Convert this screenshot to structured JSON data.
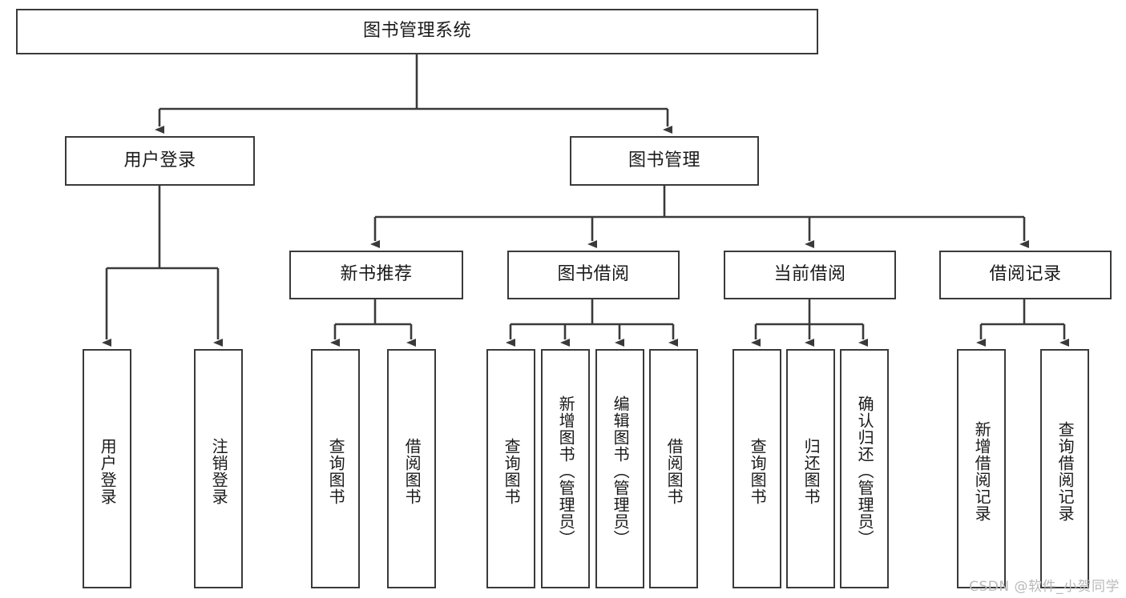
{
  "diagram": {
    "type": "tree",
    "title": "图书管理系统",
    "watermark": "CSDN @软件_小贺同学",
    "colors": {
      "background": "#ffffff",
      "node_fill": "#ffffff",
      "node_stroke": "#3a3a3a",
      "text": "#1a1a1a",
      "watermark": "#b9b9b9"
    },
    "levels": [
      {
        "name": "root",
        "orientation": "horizontal"
      },
      {
        "name": "modules",
        "orientation": "horizontal"
      },
      {
        "name": "submodules",
        "orientation": "horizontal"
      },
      {
        "name": "functions",
        "orientation": "vertical"
      }
    ],
    "nodes": {
      "root": "图书管理系统",
      "user_login": "用户登录",
      "book_manage": "图书管理",
      "new_book_rec": "新书推荐",
      "book_borrow": "图书借阅",
      "current_borrow": "当前借阅",
      "borrow_record": "借阅记录",
      "login_do": "用户登录",
      "logout_do": "注销登录",
      "rec_query_book": "查询图书",
      "rec_borrow_book": "借阅图书",
      "borrow_query_book": "查询图书",
      "borrow_add_book": "新增图书（管理员）",
      "borrow_edit_book": "编辑图书（管理员）",
      "borrow_borrow_book": "借阅图书",
      "cur_query_book": "查询图书",
      "cur_return_book": "归还图书",
      "cur_confirm_return": "确认归还（管理员）",
      "rec_add_record": "新增借阅记录",
      "rec_query_record": "查询借阅记录"
    },
    "edges": [
      {
        "from": "root",
        "to": "user_login"
      },
      {
        "from": "root",
        "to": "book_manage"
      },
      {
        "from": "user_login",
        "to": "login_do"
      },
      {
        "from": "user_login",
        "to": "logout_do"
      },
      {
        "from": "book_manage",
        "to": "new_book_rec"
      },
      {
        "from": "book_manage",
        "to": "book_borrow"
      },
      {
        "from": "book_manage",
        "to": "current_borrow"
      },
      {
        "from": "book_manage",
        "to": "borrow_record"
      },
      {
        "from": "new_book_rec",
        "to": "rec_query_book"
      },
      {
        "from": "new_book_rec",
        "to": "rec_borrow_book"
      },
      {
        "from": "book_borrow",
        "to": "borrow_query_book"
      },
      {
        "from": "book_borrow",
        "to": "borrow_add_book"
      },
      {
        "from": "book_borrow",
        "to": "borrow_edit_book"
      },
      {
        "from": "book_borrow",
        "to": "borrow_borrow_book"
      },
      {
        "from": "current_borrow",
        "to": "cur_query_book"
      },
      {
        "from": "current_borrow",
        "to": "cur_return_book"
      },
      {
        "from": "current_borrow",
        "to": "cur_confirm_return"
      },
      {
        "from": "borrow_record",
        "to": "rec_add_record"
      },
      {
        "from": "borrow_record",
        "to": "rec_query_record"
      }
    ]
  }
}
